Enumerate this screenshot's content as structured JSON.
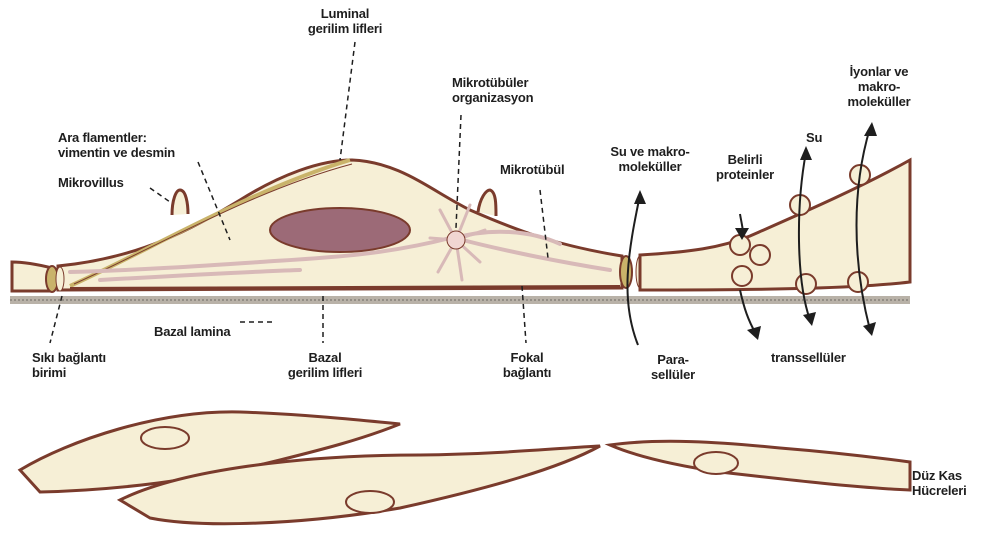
{
  "labels": {
    "luminal_stress_fibers": [
      "Luminal",
      "gerilim lifleri"
    ],
    "microtubule_organization": [
      "Mikrotübüler",
      "organizasyon"
    ],
    "ions_macromolecules": [
      "İyonlar ve",
      "makro-",
      "moleküller"
    ],
    "intermediate_filaments": [
      "Ara flamentler:",
      "vimentin ve desmin"
    ],
    "microvillus": "Mikrovillus",
    "microtubule": "Mikrotübül",
    "water_macromolecules": [
      "Su ve makro-",
      "moleküller"
    ],
    "certain_proteins": [
      "Belirli",
      "proteinler"
    ],
    "water": "Su",
    "tight_junction": [
      "Sıkı bağlantı",
      "birimi"
    ],
    "basal_lamina": "Bazal lamina",
    "basal_stress_fibers": [
      "Bazal",
      "gerilim lifleri"
    ],
    "focal_junction": [
      "Fokal",
      "bağlantı"
    ],
    "paracellular": [
      "Para-",
      "sellüler"
    ],
    "transcellular": "transsellüler",
    "smooth_muscle_cells": [
      "Düz Kas",
      "Hücreleri"
    ]
  },
  "colors": {
    "cell_fill": "#f6efd6",
    "membrane": "#7a3b2c",
    "nucleus": "#9c6a77",
    "filament": "#d8b9b8",
    "ink": "#1e1e1e"
  }
}
